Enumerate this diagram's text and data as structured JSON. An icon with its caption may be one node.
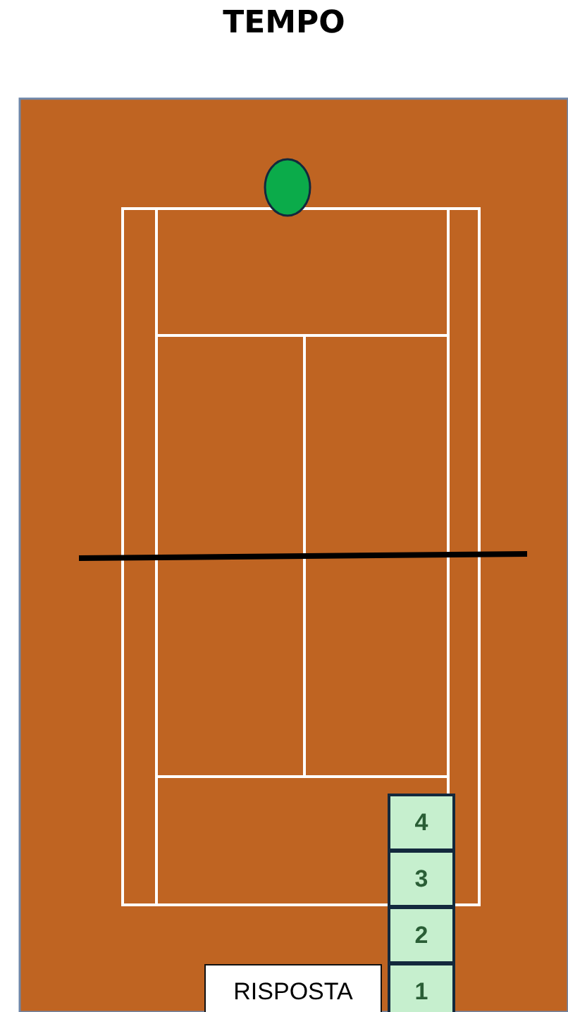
{
  "diagram": {
    "title": "TEMPO",
    "nodes": [
      {
        "text": [
          "4"
        ]
      },
      {
        "text": [
          "3"
        ]
      },
      {
        "text": [
          "2"
        ]
      },
      {
        "text": [
          "1"
        ]
      },
      {
        "text": [
          "RISPOSTA"
        ]
      }
    ]
  }
}
